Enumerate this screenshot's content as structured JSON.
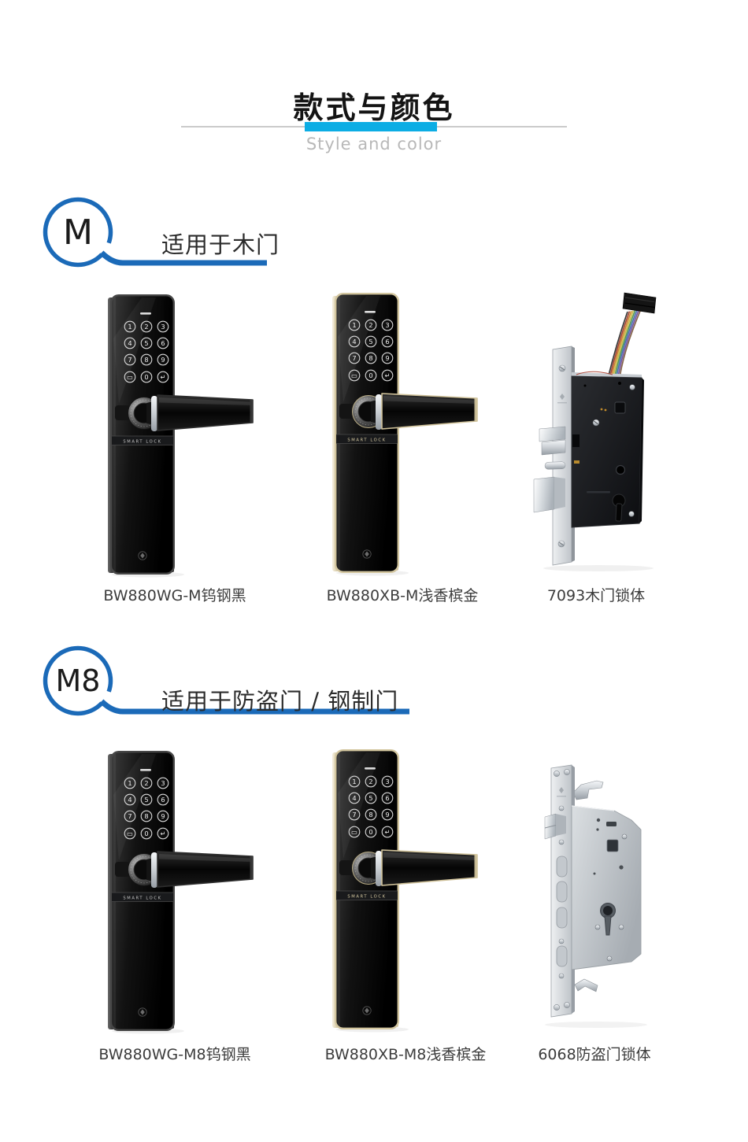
{
  "header": {
    "title": "款式与颜色",
    "subtitle": "Style and color"
  },
  "theme": {
    "accent_cyan": "#0cade4",
    "accent_blue": "#1b6ab8",
    "label_color": "#3c3c3c"
  },
  "sections": [
    {
      "badge": "M",
      "heading": "适用于木门",
      "products": [
        {
          "label": "BW880WG-M钨钢黑"
        },
        {
          "label": "BW880XB-M浅香槟金"
        },
        {
          "label": "7093木门锁体"
        }
      ]
    },
    {
      "badge": "M8",
      "heading": "适用于防盗门 / 钢制门",
      "products": [
        {
          "label": "BW880WG-M8钨钢黑"
        },
        {
          "label": "BW880XB-M8浅香槟金"
        },
        {
          "label": "6068防盗门锁体"
        }
      ]
    }
  ],
  "smart_lock": {
    "brand_text": "SMART LOCK",
    "keypad_rows": [
      [
        "1",
        "2",
        "3"
      ],
      [
        "4",
        "5",
        "6"
      ],
      [
        "7",
        "8",
        "9"
      ],
      [
        "▭",
        "0",
        "↵"
      ]
    ]
  }
}
